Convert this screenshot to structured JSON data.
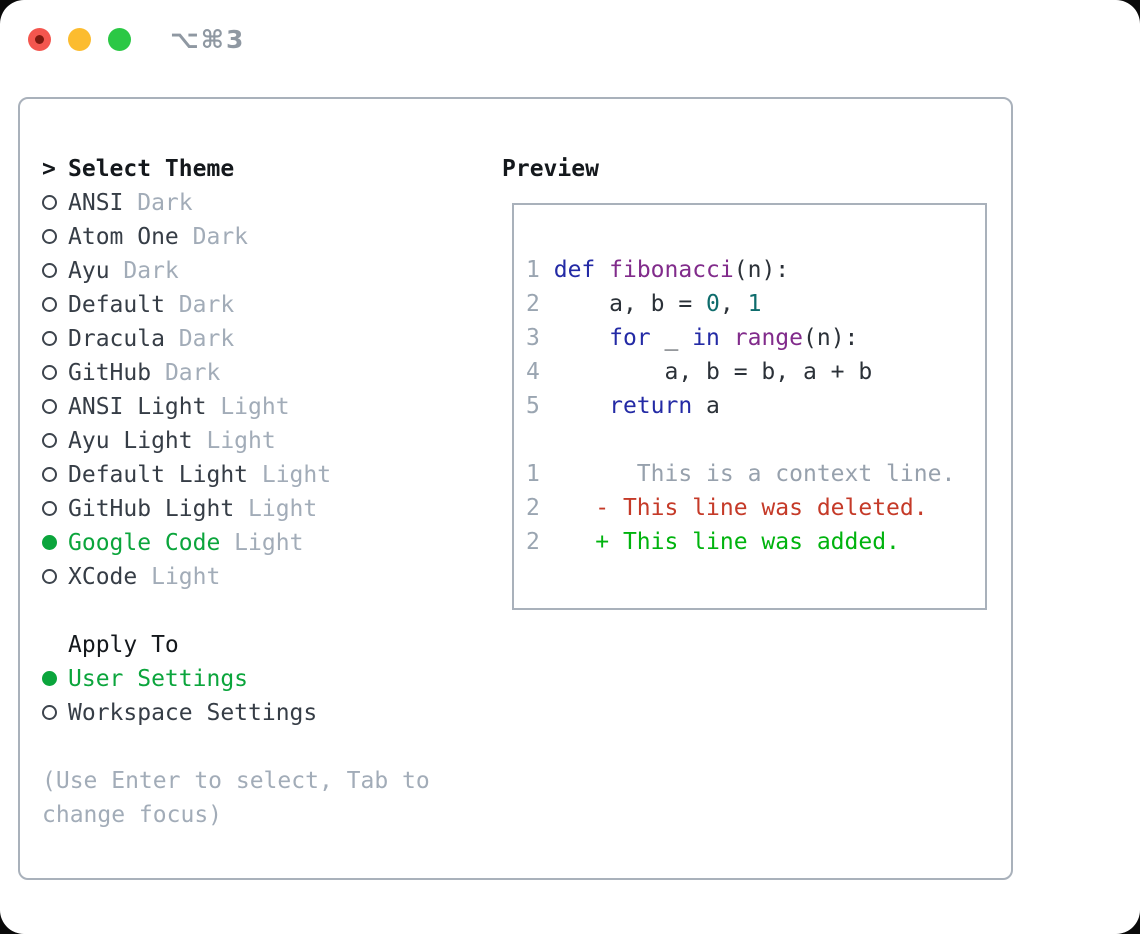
{
  "window": {
    "title": "⌥⌘3",
    "traffic_lights": [
      "close",
      "minimize",
      "zoom"
    ]
  },
  "theme_panel": {
    "header": {
      "prefix": ">",
      "label": "Select Theme"
    },
    "themes": [
      {
        "name": "ANSI",
        "variant": "Dark",
        "selected": false
      },
      {
        "name": "Atom One",
        "variant": "Dark",
        "selected": false
      },
      {
        "name": "Ayu",
        "variant": "Dark",
        "selected": false
      },
      {
        "name": "Default",
        "variant": "Dark",
        "selected": false
      },
      {
        "name": "Dracula",
        "variant": "Dark",
        "selected": false
      },
      {
        "name": "GitHub",
        "variant": "Dark",
        "selected": false
      },
      {
        "name": "ANSI Light",
        "variant": "Light",
        "selected": false
      },
      {
        "name": "Ayu Light",
        "variant": "Light",
        "selected": false
      },
      {
        "name": "Default Light",
        "variant": "Light",
        "selected": false
      },
      {
        "name": "GitHub Light",
        "variant": "Light",
        "selected": false
      },
      {
        "name": "Google Code",
        "variant": "Light",
        "selected": true
      },
      {
        "name": "XCode",
        "variant": "Light",
        "selected": false
      }
    ],
    "apply_to": {
      "label": "Apply To",
      "options": [
        {
          "name": "User Settings",
          "selected": true
        },
        {
          "name": "Workspace Settings",
          "selected": false
        }
      ]
    },
    "hint_lines": [
      "(Use Enter to select, Tab to",
      "change focus)"
    ]
  },
  "preview": {
    "label": "Preview",
    "code_lines": [
      {
        "num": "1",
        "segs": [
          {
            "t": "def",
            "c": "kw"
          },
          {
            "t": " "
          },
          {
            "t": "fibonacci",
            "c": "fn"
          },
          {
            "t": "(n):"
          }
        ]
      },
      {
        "num": "2",
        "segs": [
          {
            "t": "    a, b = "
          },
          {
            "t": "0",
            "c": "nm"
          },
          {
            "t": ", "
          },
          {
            "t": "1",
            "c": "nm"
          }
        ]
      },
      {
        "num": "3",
        "segs": [
          {
            "t": "    "
          },
          {
            "t": "for",
            "c": "kw"
          },
          {
            "t": " _ "
          },
          {
            "t": "in",
            "c": "kw"
          },
          {
            "t": " "
          },
          {
            "t": "range",
            "c": "fn"
          },
          {
            "t": "(n):"
          }
        ]
      },
      {
        "num": "4",
        "segs": [
          {
            "t": "        a, b = b, a + b"
          }
        ]
      },
      {
        "num": "5",
        "segs": [
          {
            "t": "    "
          },
          {
            "t": "return",
            "c": "kw"
          },
          {
            "t": " a"
          }
        ]
      }
    ],
    "diff_lines": [
      {
        "num": "1",
        "segs": [
          {
            "t": "      This is a context line.",
            "c": "ctx"
          }
        ]
      },
      {
        "num": "2",
        "segs": [
          {
            "t": "   - This line was deleted.",
            "c": "del"
          }
        ]
      },
      {
        "num": "2",
        "segs": [
          {
            "t": "   + This line was added.",
            "c": "add"
          }
        ]
      }
    ]
  },
  "colors": {
    "accent_green": "#0ba53c",
    "keyword_blue": "#232aa5",
    "function_purple": "#812b8b",
    "number_teal": "#0e6c6c",
    "deleted_red": "#c53a28",
    "added_green": "#00b30e",
    "muted_gray": "#a2acb8",
    "border_gray": "#a9b1bb"
  }
}
